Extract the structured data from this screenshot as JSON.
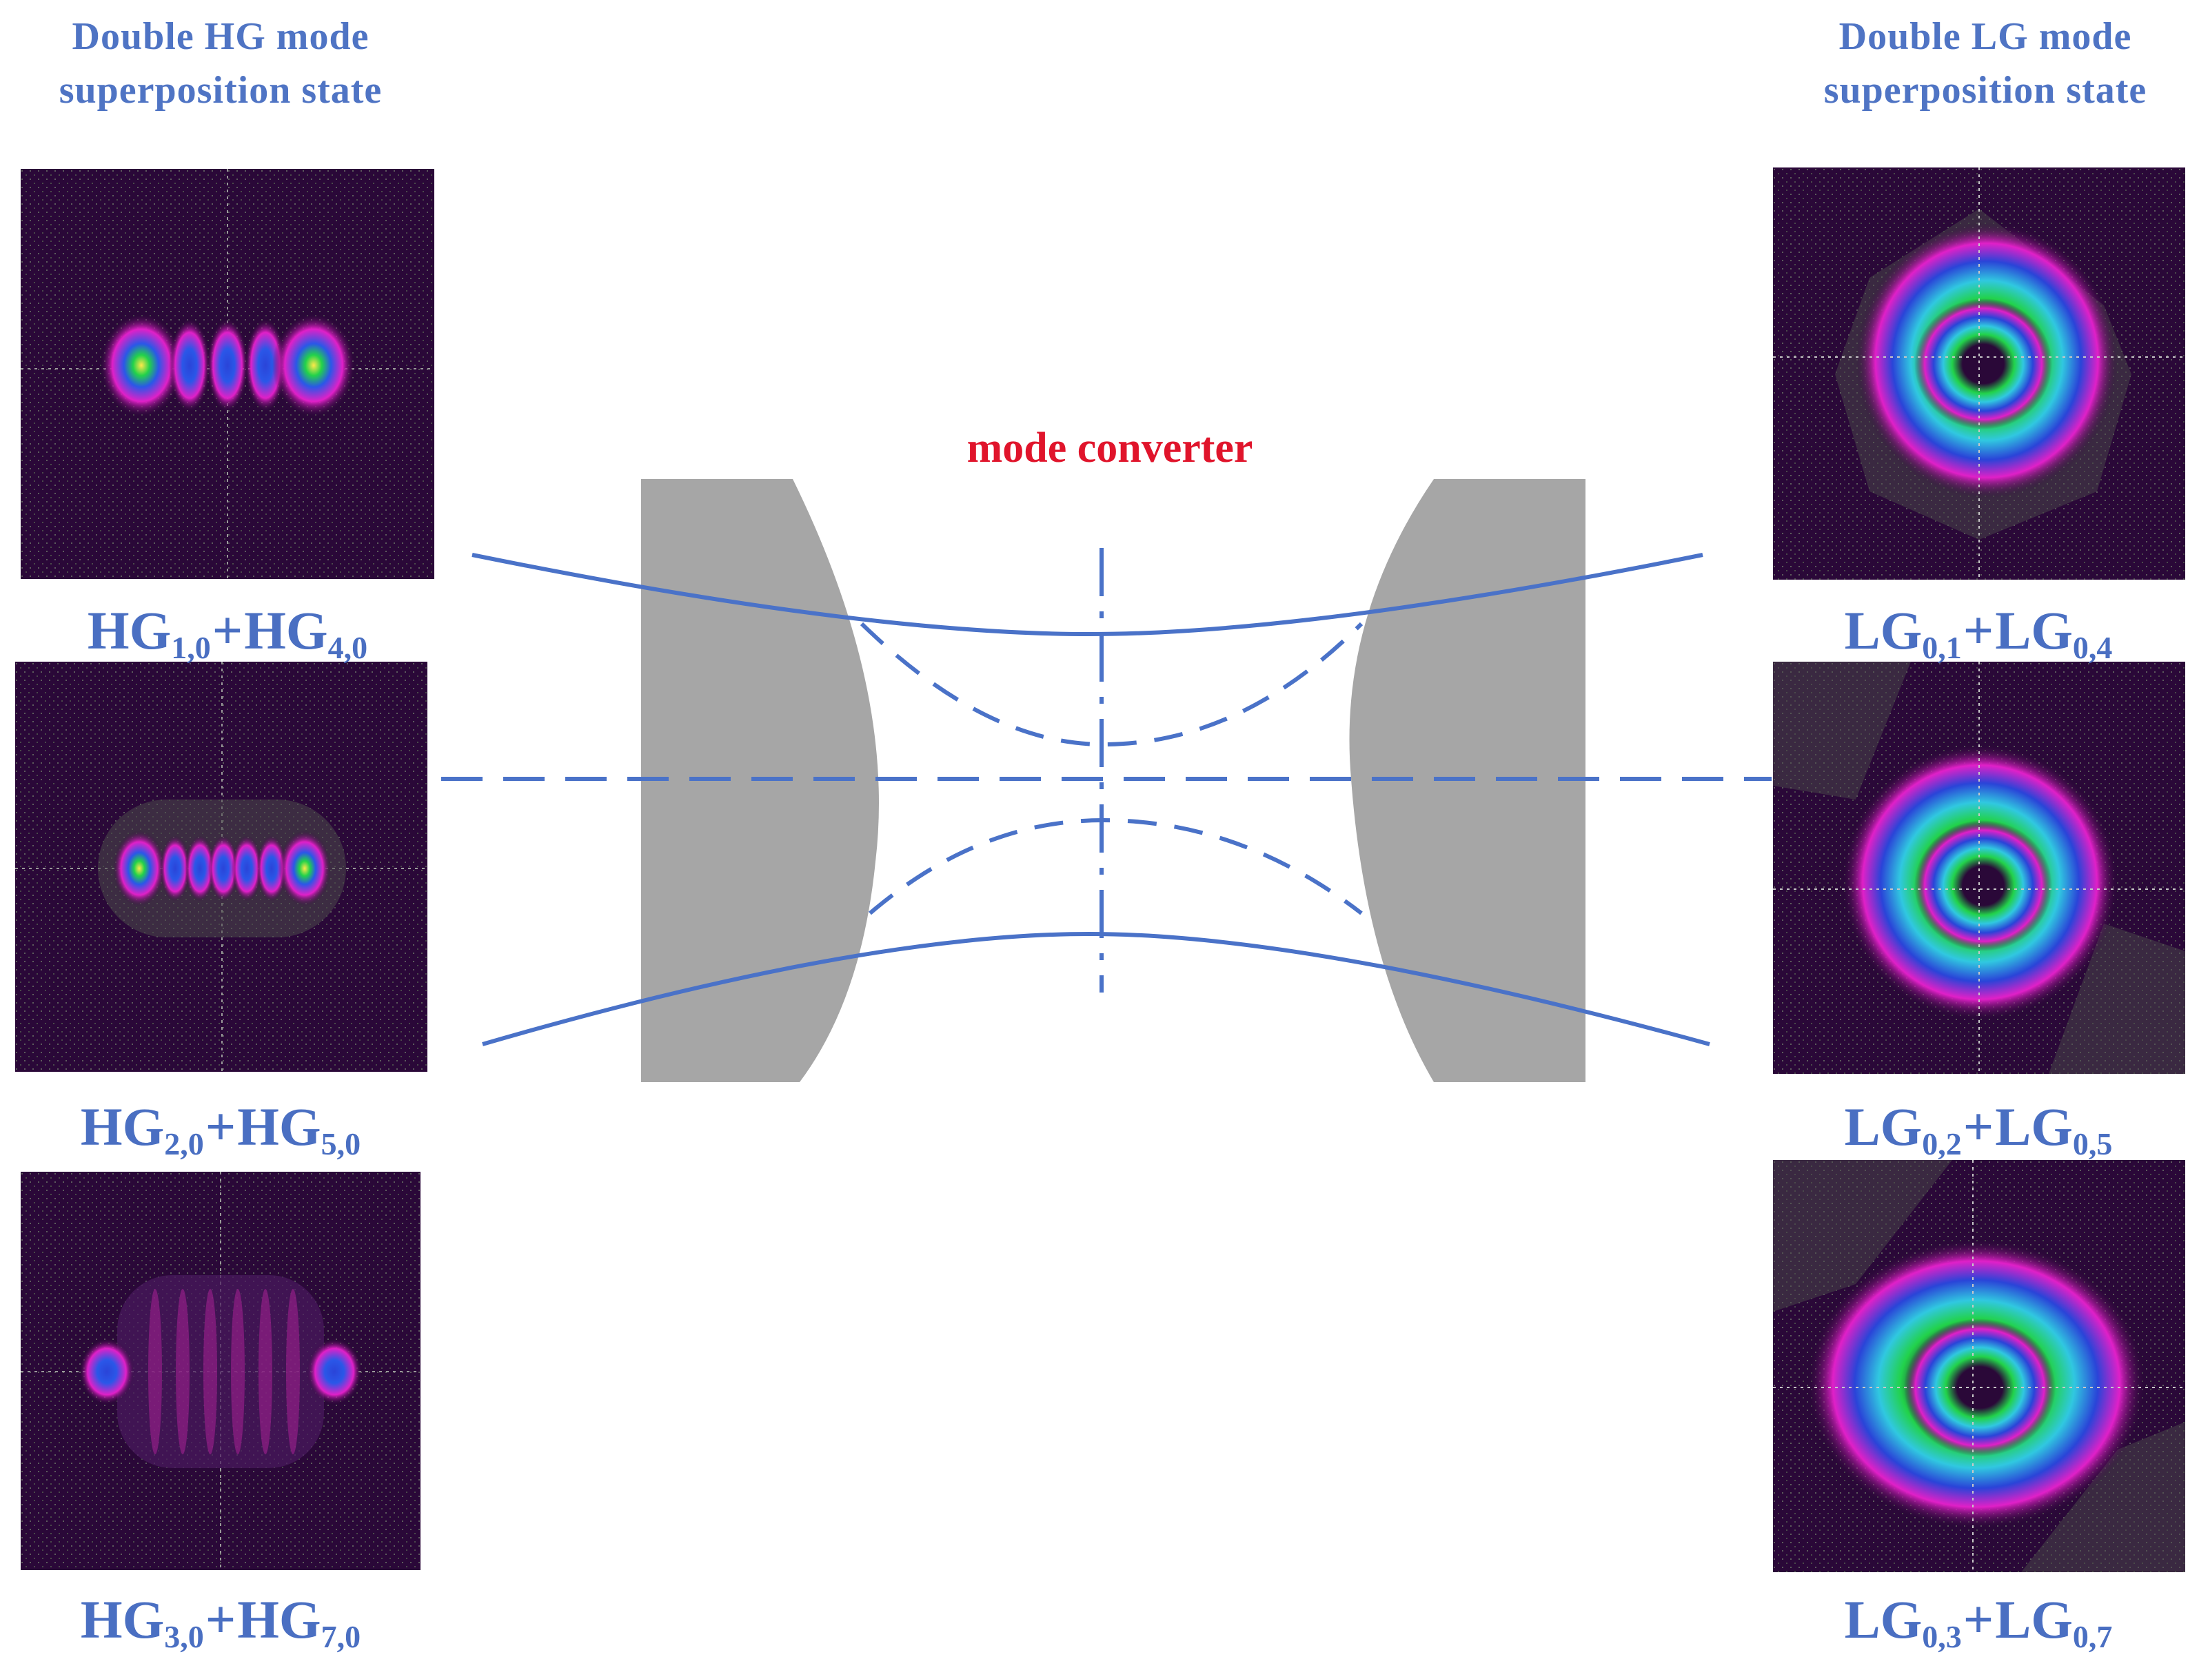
{
  "left_heading": {
    "line1": "Double HG mode",
    "line2": "superposition state"
  },
  "right_heading": {
    "line1": "Double LG mode",
    "line2": "superposition state"
  },
  "converter_label": "mode converter",
  "hg_modes": [
    {
      "a_base": "HG",
      "a_sub": "1,0",
      "plus": "+",
      "b_base": "HG",
      "b_sub": "4,0"
    },
    {
      "a_base": "HG",
      "a_sub": "2,0",
      "plus": "+",
      "b_base": "HG",
      "b_sub": "5,0"
    },
    {
      "a_base": "HG",
      "a_sub": "3,0",
      "plus": "+",
      "b_base": "HG",
      "b_sub": "7,0"
    }
  ],
  "lg_modes": [
    {
      "a_base": "LG",
      "a_sub": "0,1",
      "plus": "+",
      "b_base": "LG",
      "b_sub": "0,4"
    },
    {
      "a_base": "LG",
      "a_sub": "0,2",
      "plus": "+",
      "b_base": "LG",
      "b_sub": "0,5"
    },
    {
      "a_base": "LG",
      "a_sub": "0,3",
      "plus": "+",
      "b_base": "LG",
      "b_sub": "0,7"
    }
  ],
  "colors": {
    "text_blue": "#4a6fc2",
    "beam_line": "#4a72c8",
    "lens_gray": "#a6a6a6",
    "converter_red": "#e0142b",
    "panel_bg": "#2a0838"
  }
}
